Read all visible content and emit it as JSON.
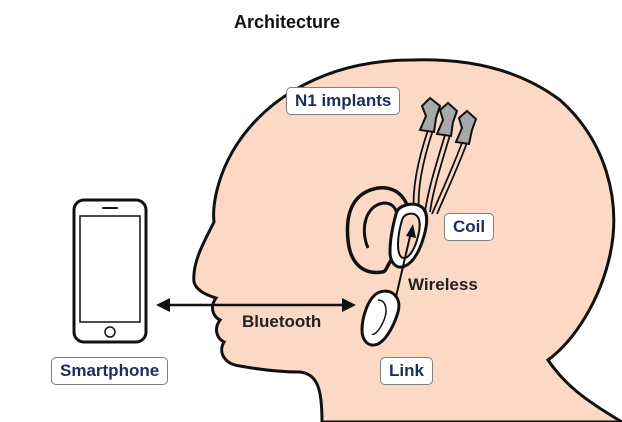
{
  "title": "Architecture",
  "labels": {
    "n1_implants": "N1 implants",
    "coil": "Coil",
    "wireless": "Wireless",
    "bluetooth": "Bluetooth",
    "link": "Link",
    "smartphone": "Smartphone"
  },
  "colors": {
    "head_fill": "#fbd9c5",
    "outline": "#111111",
    "implant_fill": "#a8a8a8",
    "label_text": "#1f2d5a",
    "label_border": "#7f7f7f"
  }
}
